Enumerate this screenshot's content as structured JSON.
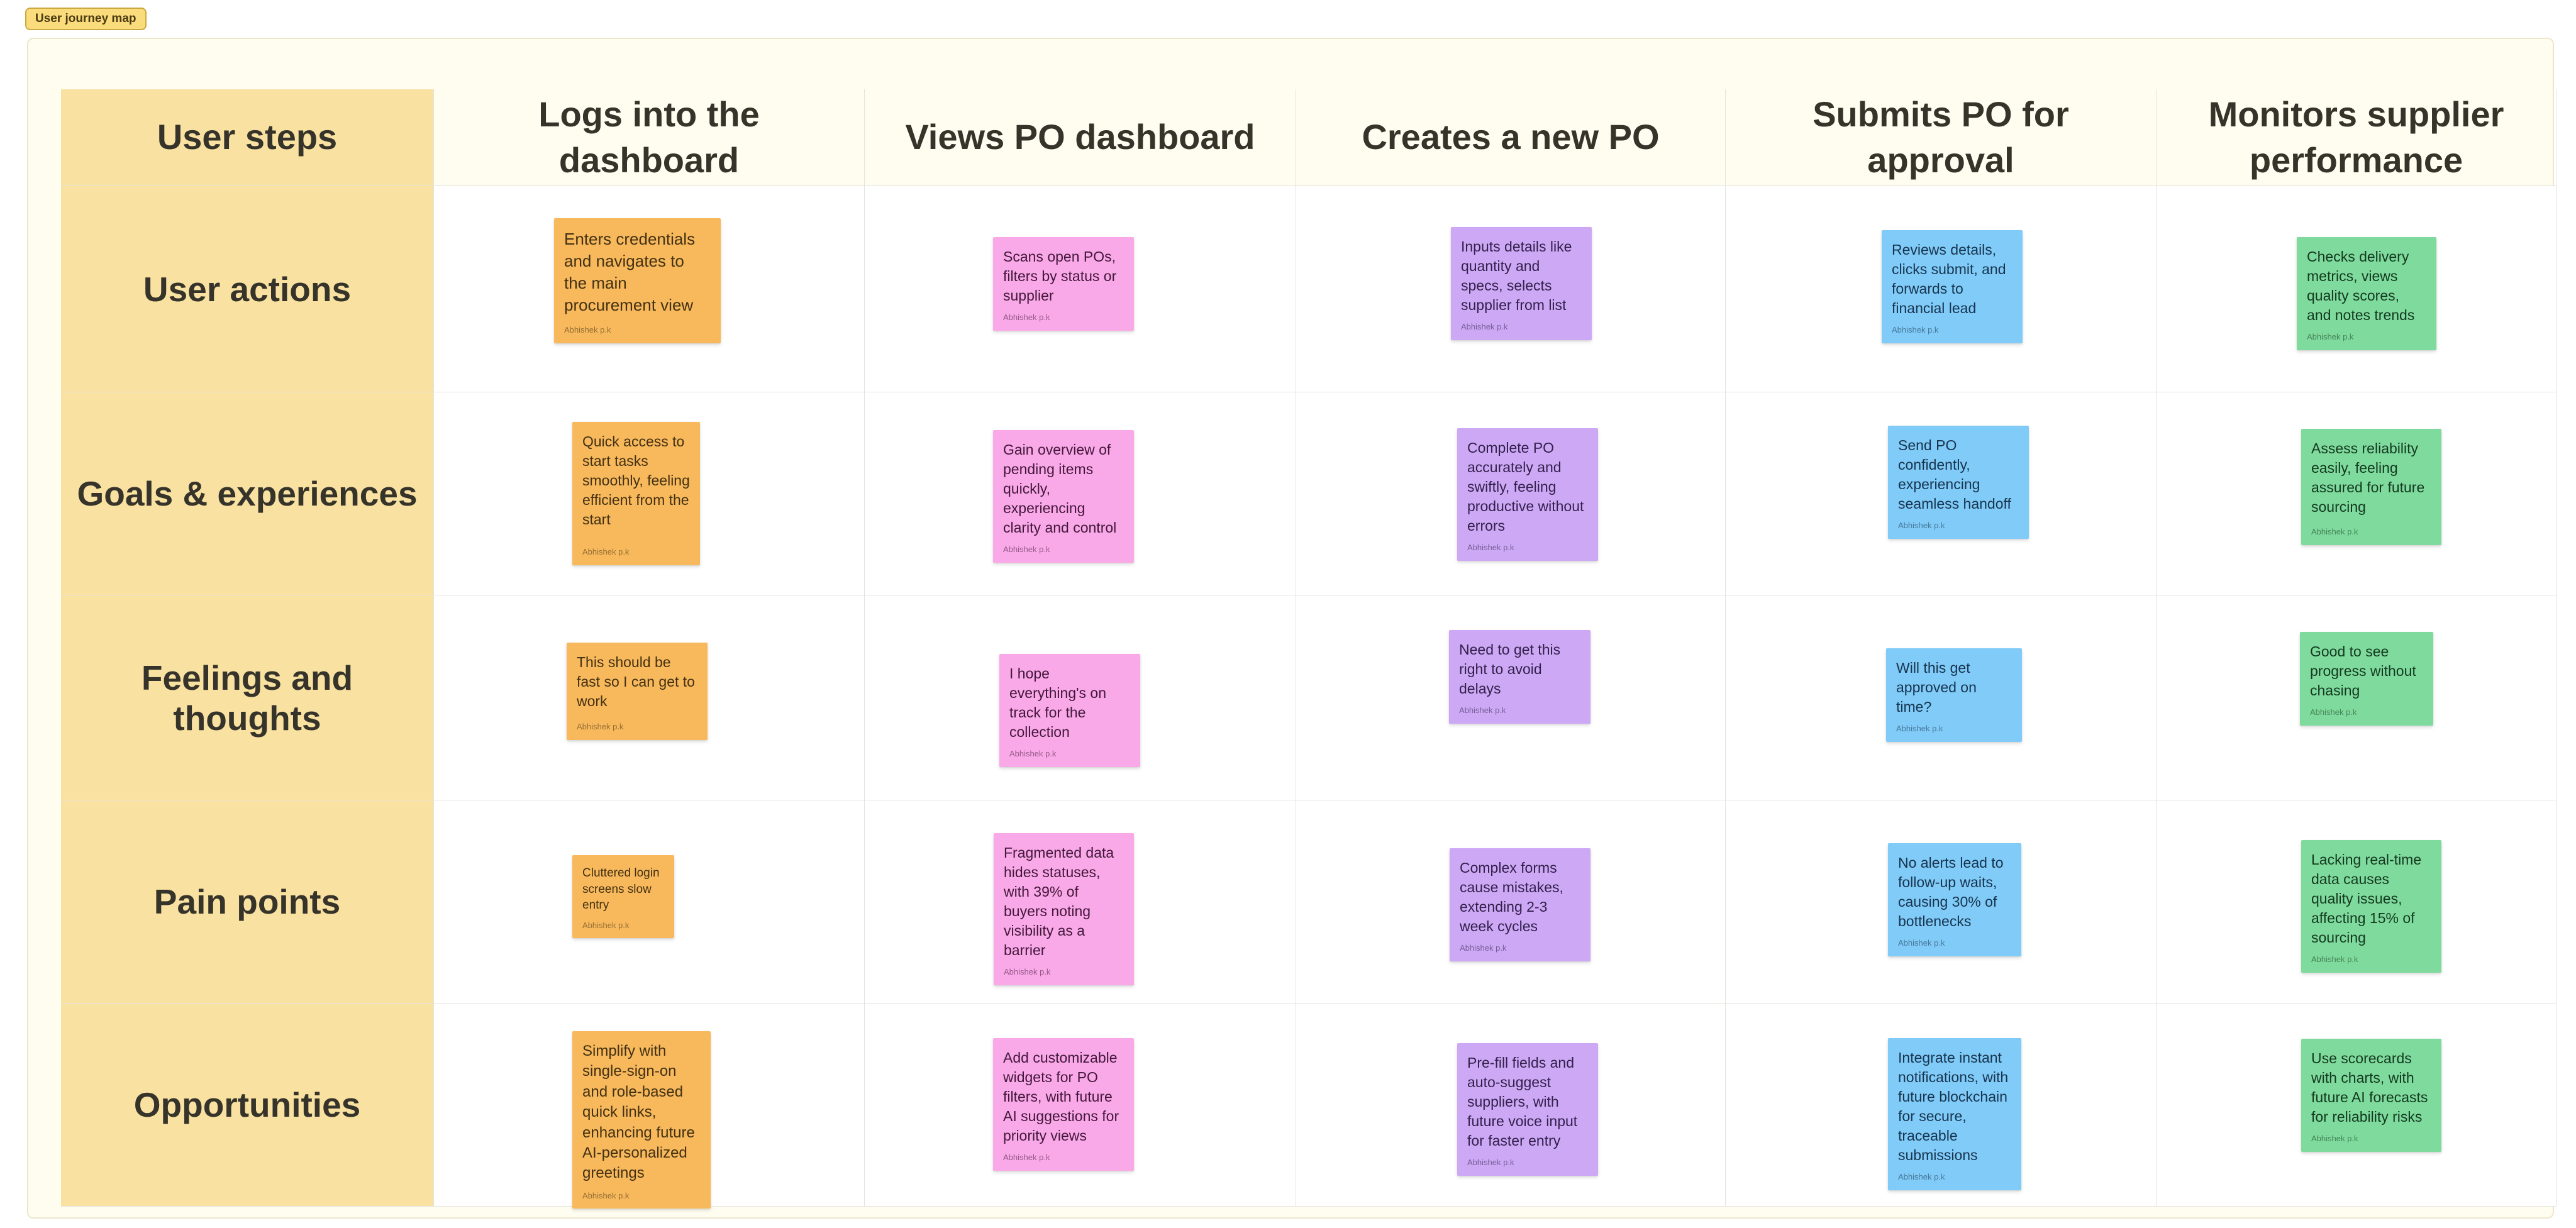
{
  "tag": {
    "label": "User journey map"
  },
  "columns": [
    "User steps",
    "Logs into the dashboard",
    "Views PO dashboard",
    "Creates a new PO",
    "Submits PO for approval",
    "Monitors supplier performance"
  ],
  "rows": [
    {
      "label": "User actions",
      "notes": [
        {
          "text": "Enters credentials and navigates to the main procurement view",
          "author": "Abhishek p.k"
        },
        {
          "text": "Scans open POs, filters by status or supplier",
          "author": "Abhishek p.k"
        },
        {
          "text": "Inputs details like quantity and specs, selects supplier from list",
          "author": "Abhishek p.k"
        },
        {
          "text": "Reviews details, clicks submit, and forwards to financial lead",
          "author": "Abhishek p.k"
        },
        {
          "text": "Checks delivery metrics, views quality scores, and notes trends",
          "author": "Abhishek p.k"
        }
      ]
    },
    {
      "label": "Goals & experiences",
      "notes": [
        {
          "text": "Quick access to start tasks smoothly, feeling efficient from the start",
          "author": "Abhishek p.k"
        },
        {
          "text": "Gain overview of pending items quickly, experiencing clarity and control",
          "author": "Abhishek p.k"
        },
        {
          "text": "Complete PO accurately and swiftly, feeling productive without errors",
          "author": "Abhishek p.k"
        },
        {
          "text": "Send PO confidently, experiencing seamless handoff",
          "author": "Abhishek p.k"
        },
        {
          "text": "Assess reliability easily, feeling assured for future sourcing",
          "author": "Abhishek p.k"
        }
      ]
    },
    {
      "label": "Feelings and thoughts",
      "notes": [
        {
          "text": "This should be fast so I can get to work",
          "author": "Abhishek p.k"
        },
        {
          "text": "I hope everything's on track for the collection",
          "author": "Abhishek p.k"
        },
        {
          "text": "Need to get this right to avoid delays",
          "author": "Abhishek p.k"
        },
        {
          "text": "Will this get approved on time?",
          "author": "Abhishek p.k"
        },
        {
          "text": "Good to see progress without chasing",
          "author": "Abhishek p.k"
        }
      ]
    },
    {
      "label": "Pain points",
      "notes": [
        {
          "text": "Cluttered login screens slow entry",
          "author": "Abhishek p.k"
        },
        {
          "text": "Fragmented data hides statuses, with 39% of buyers noting visibility as a barrier",
          "author": "Abhishek p.k"
        },
        {
          "text": "Complex forms cause mistakes, extending 2-3 week cycles",
          "author": "Abhishek p.k"
        },
        {
          "text": "No alerts lead to follow-up waits, causing 30% of bottlenecks",
          "author": "Abhishek p.k"
        },
        {
          "text": "Lacking real-time data causes quality issues, affecting 15% of sourcing",
          "author": "Abhishek p.k"
        }
      ]
    },
    {
      "label": "Opportunities",
      "notes": [
        {
          "text": "Simplify with single-sign-on and role-based quick links, enhancing future AI-personalized greetings",
          "author": "Abhishek p.k"
        },
        {
          "text": "Add customizable widgets for PO filters, with future AI suggestions for priority views",
          "author": "Abhishek p.k"
        },
        {
          "text": "Pre-fill fields and auto-suggest suppliers, with future voice input for faster entry",
          "author": "Abhishek p.k"
        },
        {
          "text": "Integrate instant notifications, with future blockchain for secure, traceable submissions",
          "author": "Abhishek p.k"
        },
        {
          "text": "Use scorecards with charts, with future AI forecasts for reliability risks",
          "author": "Abhishek p.k"
        }
      ]
    }
  ],
  "colors": {
    "frame_bg": "#FFFDF0",
    "frame_border": "#EDE6CC",
    "label_bg": "#F9E2A1",
    "grid": "#E4E3DE",
    "tag_bg": "#FBDC7D",
    "tag_border": "#C9A83F",
    "tag_text": "#4A3B10",
    "header_text": "#36332A",
    "orange": "#F8B95D",
    "orange_text": "#433112",
    "pink": "#F9A9E7",
    "pink_text": "#43173B",
    "purple": "#CDA9F5",
    "purple_text": "#33204D",
    "blue": "#80CBF7",
    "blue_text": "#17344F",
    "green": "#7FDB9D",
    "green_text": "#14391F"
  }
}
